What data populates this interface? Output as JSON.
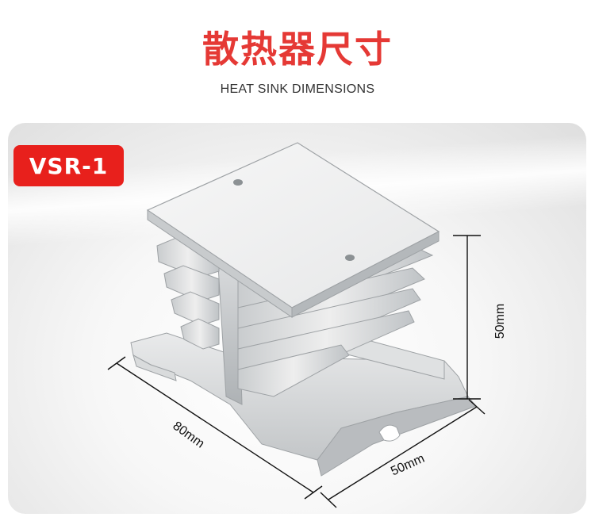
{
  "header": {
    "title": "散热器尺寸",
    "subtitle": "HEAT SINK DIMENSIONS"
  },
  "badge": {
    "label": "VSR-1"
  },
  "dimensions": {
    "height": "50mm",
    "length": "80mm",
    "width": "50mm"
  },
  "colors": {
    "accent_red": "#e53935",
    "badge_red": "#e8201c",
    "aluminum_light": "#f2f2f2",
    "aluminum_mid": "#cfd2d4",
    "aluminum_dark": "#a9adb0"
  }
}
